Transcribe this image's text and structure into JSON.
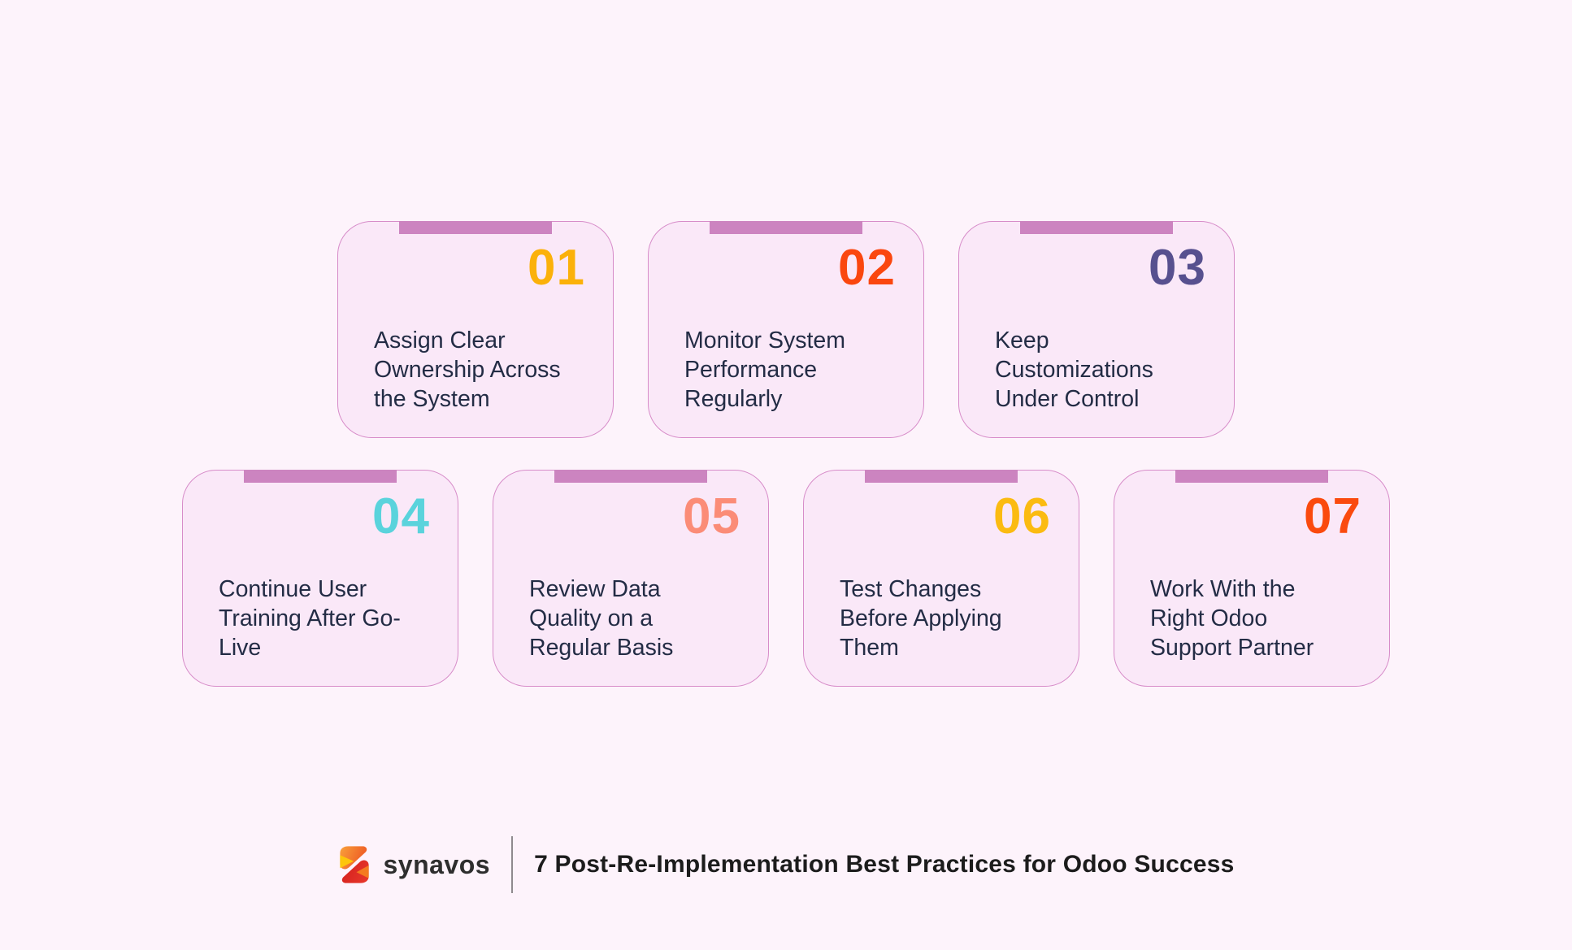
{
  "theme": {
    "page_bg": "#FDF3FB",
    "card_bg": "#FAE8F8",
    "card_border": "#D78CC9",
    "tab_color": "#CC84C0",
    "title_text": "#232C45"
  },
  "cards": [
    {
      "number": "01",
      "number_color": "#FBB10A",
      "title": "Assign Clear\nOwnership Across\nthe System"
    },
    {
      "number": "02",
      "number_color": "#FA470F",
      "title": "Monitor System\nPerformance\nRegularly"
    },
    {
      "number": "03",
      "number_color": "#57508F",
      "title": "Keep\nCustomizations\nUnder Control"
    },
    {
      "number": "04",
      "number_color": "#5AD3DC",
      "title": "Continue User\nTraining After Go-\nLive"
    },
    {
      "number": "05",
      "number_color": "#FB8C77",
      "title": "Review Data\nQuality on a\nRegular Basis"
    },
    {
      "number": "06",
      "number_color": "#FBBB11",
      "title": "Test Changes\nBefore Applying\nThem"
    },
    {
      "number": "07",
      "number_color": "#FA4A0E",
      "title": "Work With the\nRight Odoo\nSupport Partner"
    }
  ],
  "footer": {
    "brand": "synavos",
    "caption": "7 Post-Re-Implementation Best Practices for Odoo Success"
  }
}
